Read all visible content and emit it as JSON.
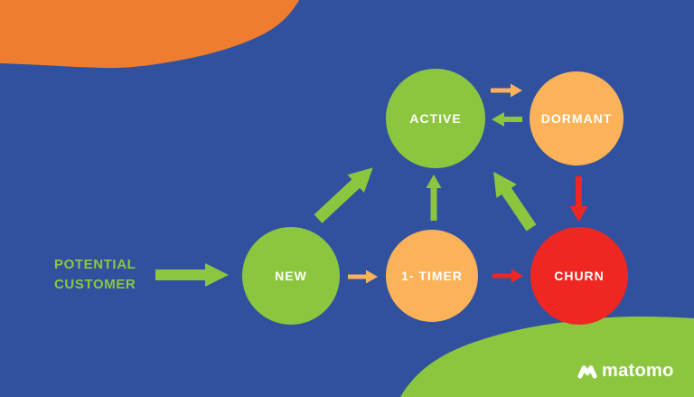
{
  "palette": {
    "background": "#31519E",
    "blob-orange": "#EF7D2F",
    "blob-green": "#8CC63F",
    "node-green": "#8CC63F",
    "node-orange": "#FBB258",
    "node-red": "#EF2723",
    "text-white": "#FFFFFF"
  },
  "diagram": {
    "source_label": {
      "line1": "POTENTIAL",
      "line2": "CUSTOMER"
    },
    "nodes": [
      {
        "id": "active",
        "label": "ACTIVE",
        "color": "green"
      },
      {
        "id": "dormant",
        "label": "DORMANT",
        "color": "orange"
      },
      {
        "id": "new",
        "label": "NEW",
        "color": "green"
      },
      {
        "id": "one-timer",
        "label": "1- TIMER",
        "color": "orange"
      },
      {
        "id": "churn",
        "label": "CHURN",
        "color": "red"
      }
    ],
    "edges": [
      {
        "from": "potential-customer",
        "to": "new",
        "color": "green",
        "size": "large"
      },
      {
        "from": "new",
        "to": "active",
        "color": "green",
        "size": "large"
      },
      {
        "from": "new",
        "to": "one-timer",
        "color": "orange",
        "size": "small"
      },
      {
        "from": "one-timer",
        "to": "active",
        "color": "green",
        "size": "medium"
      },
      {
        "from": "one-timer",
        "to": "churn",
        "color": "red",
        "size": "small"
      },
      {
        "from": "active",
        "to": "dormant",
        "color": "orange",
        "size": "small"
      },
      {
        "from": "dormant",
        "to": "active",
        "color": "green",
        "size": "small"
      },
      {
        "from": "dormant",
        "to": "churn",
        "color": "red",
        "size": "medium"
      },
      {
        "from": "churn",
        "to": "active",
        "color": "green",
        "size": "large"
      }
    ]
  },
  "footer": {
    "logo_text": "matomo"
  }
}
